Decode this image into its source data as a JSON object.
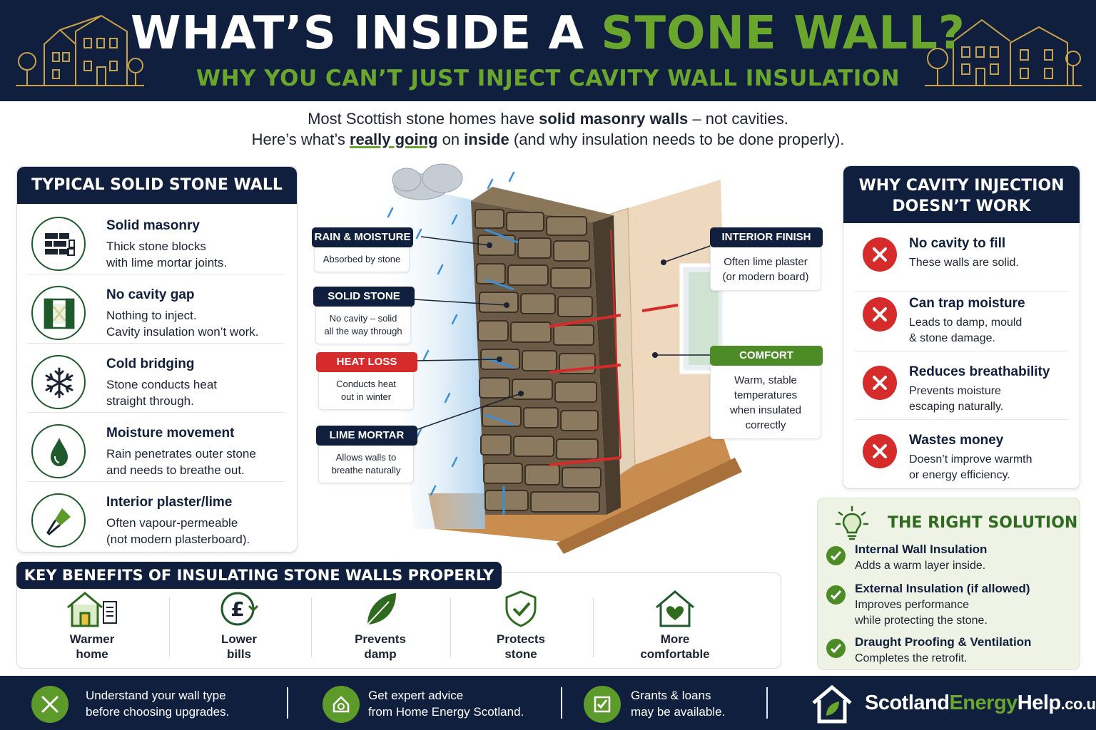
{
  "header": {
    "title_main": "WHAT’S INSIDE A ",
    "title_accent": "STONE WALL?",
    "subtitle": "WHY YOU CAN’T JUST INJECT CAVITY WALL INSULATION"
  },
  "intro": {
    "line1_a": "Most Scottish stone homes ",
    "line1_b": "have ",
    "line1_c": "solid masonry walls",
    "line1_d": " – not cavities.",
    "line2_a": "Here’s what’s ",
    "line2_b": "really going",
    "line2_c": " on ",
    "line2_d": "inside",
    "line2_e": " (and why insulation needs to be done properly)."
  },
  "left_panel": {
    "heading": "TYPICAL SOLID STONE WALL",
    "items": [
      {
        "title": "Solid masonry",
        "line1": "Thick stone blocks",
        "line2": "with lime mortar joints.",
        "icon": "brick-icon"
      },
      {
        "title": "No cavity gap",
        "line1": "Nothing to inject.",
        "line2": "Cavity insulation won’t work.",
        "icon": "no-cavity-icon"
      },
      {
        "title": "Cold bridging",
        "line1": "Stone conducts heat",
        "line2": "straight through.",
        "icon": "snowflake-icon"
      },
      {
        "title": "Moisture movement",
        "line1": "Rain penetrates outer stone",
        "line2": "and needs to breathe out.",
        "icon": "water-drop-icon"
      },
      {
        "title": "Interior plaster/lime",
        "line1": "Often vapour-permeable",
        "line2": "(not modern plasterboard).",
        "icon": "trowel-icon"
      }
    ]
  },
  "diagram": {
    "callouts": {
      "rain": {
        "tag": "RAIN & MOISTURE",
        "line1": "Absorbed by stone"
      },
      "solid": {
        "tag": "SOLID STONE",
        "line1": "No cavity – solid",
        "line2": "all the way through"
      },
      "heat": {
        "tag": "HEAT LOSS",
        "line1": "Conducts heat",
        "line2": "out in winter"
      },
      "mortar": {
        "tag": "LIME MORTAR",
        "line1": "Allows walls to",
        "line2": "breathe naturally"
      },
      "interior": {
        "tag": "INTERIOR FINISH",
        "line1": "Often lime plaster",
        "line2": "(or modern board)"
      },
      "comfort": {
        "tag": "COMFORT",
        "line1": "Warm, stable",
        "line2": "temperatures",
        "line3": "when insulated",
        "line4": "correctly"
      }
    }
  },
  "right_panel": {
    "heading_line1": "WHY CAVITY INJECTION",
    "heading_line2": "DOESN’T WORK",
    "items": [
      {
        "title": "No cavity to fill",
        "line1": "These walls are solid.",
        "line2": ""
      },
      {
        "title": "Can trap moisture",
        "line1": "Leads to damp, mould",
        "line2": "& stone damage."
      },
      {
        "title": "Reduces breathability",
        "line1": "Prevents moisture",
        "line2": "escaping naturally."
      },
      {
        "title": "Wastes money",
        "line1": "Doesn’t improve warmth",
        "line2": "or energy efficiency."
      }
    ]
  },
  "solution": {
    "heading": "THE RIGHT SOLUTION",
    "items": [
      {
        "title": "Internal Wall Insulation",
        "line1": "Adds a warm layer inside.",
        "line2": ""
      },
      {
        "title": "External Insulation (if allowed)",
        "line1": "Improves performance",
        "line2": "while protecting the stone."
      },
      {
        "title": "Draught Proofing & Ventilation",
        "line1": "Completes the retrofit.",
        "line2": ""
      }
    ]
  },
  "benefits": {
    "heading": "KEY BENEFITS OF INSULATING STONE WALLS PROPERLY",
    "items": [
      {
        "line1": "Warmer",
        "line2": "home",
        "icon": "warm-house-icon"
      },
      {
        "line1": "Lower",
        "line2": "bills",
        "icon": "pound-icon"
      },
      {
        "line1": "Prevents",
        "line2": "damp",
        "icon": "leaf-icon"
      },
      {
        "line1": "Protects",
        "line2": "stone",
        "icon": "shield-check-icon"
      },
      {
        "line1": "More",
        "line2": "comfortable",
        "icon": "heart-house-icon"
      }
    ]
  },
  "footer": {
    "items": [
      {
        "line1": "Understand your wall type",
        "line2": "before choosing upgrades.",
        "icon": "tools-icon"
      },
      {
        "line1": "Get expert advice",
        "line2": "from Home Energy Scotland.",
        "icon": "advice-icon"
      },
      {
        "line1": "Grants & loans",
        "line2": "may be available.",
        "icon": "checklist-icon"
      }
    ],
    "brand_a": "Scotland",
    "brand_b": "Energy",
    "brand_c": "Help",
    "brand_d": ".co.uk"
  },
  "colors": {
    "navy": "#0f1f3d",
    "green": "#6aa52e",
    "red": "#d62b2b",
    "light_green_bg": "#eef3e6"
  }
}
